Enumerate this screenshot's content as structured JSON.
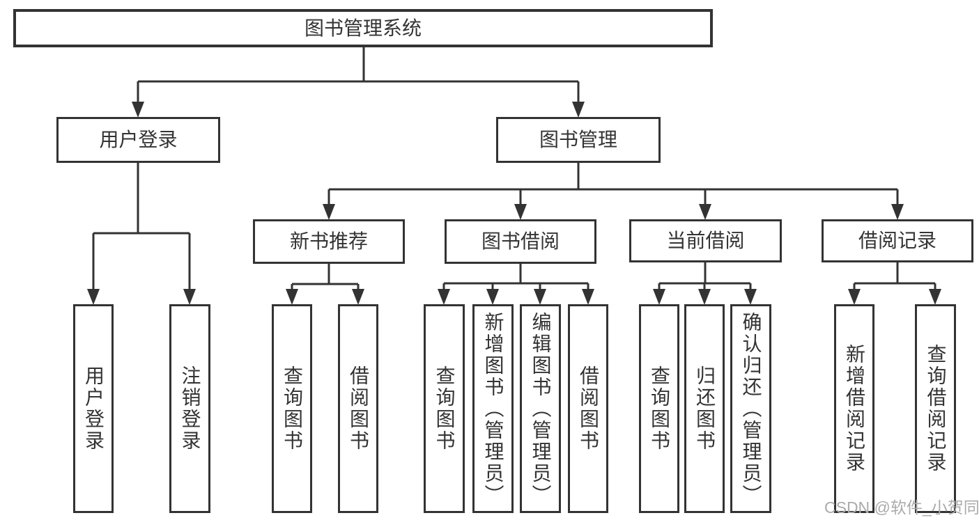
{
  "diagram": {
    "root": {
      "label": "图书管理系统"
    },
    "level2": [
      {
        "label": "用户登录"
      },
      {
        "label": "图书管理"
      }
    ],
    "level3": [
      {
        "label": "新书推荐"
      },
      {
        "label": "图书借阅"
      },
      {
        "label": "当前借阅"
      },
      {
        "label": "借阅记录"
      }
    ],
    "leaves": {
      "user_login": [
        {
          "label": "用户登录"
        },
        {
          "label": "注销登录"
        }
      ],
      "new_book_recommend": [
        {
          "label": "查询图书"
        },
        {
          "label": "借阅图书"
        }
      ],
      "book_borrow": [
        {
          "label": "查询图书"
        },
        {
          "label": "新增图书（管理员）"
        },
        {
          "label": "编辑图书（管理员）"
        },
        {
          "label": "借阅图书"
        }
      ],
      "current_borrow": [
        {
          "label": "查询图书"
        },
        {
          "label": "归还图书"
        },
        {
          "label": "确认归还（管理员）"
        }
      ],
      "borrow_records": [
        {
          "label": "新增借阅记录"
        },
        {
          "label": "查询借阅记录"
        }
      ]
    }
  },
  "watermark": {
    "text": "CSDN @软件_小贺同学"
  },
  "colors": {
    "line": "#333333",
    "text": "#333333",
    "box_background": "#ffffff",
    "watermark": "#ababab"
  }
}
